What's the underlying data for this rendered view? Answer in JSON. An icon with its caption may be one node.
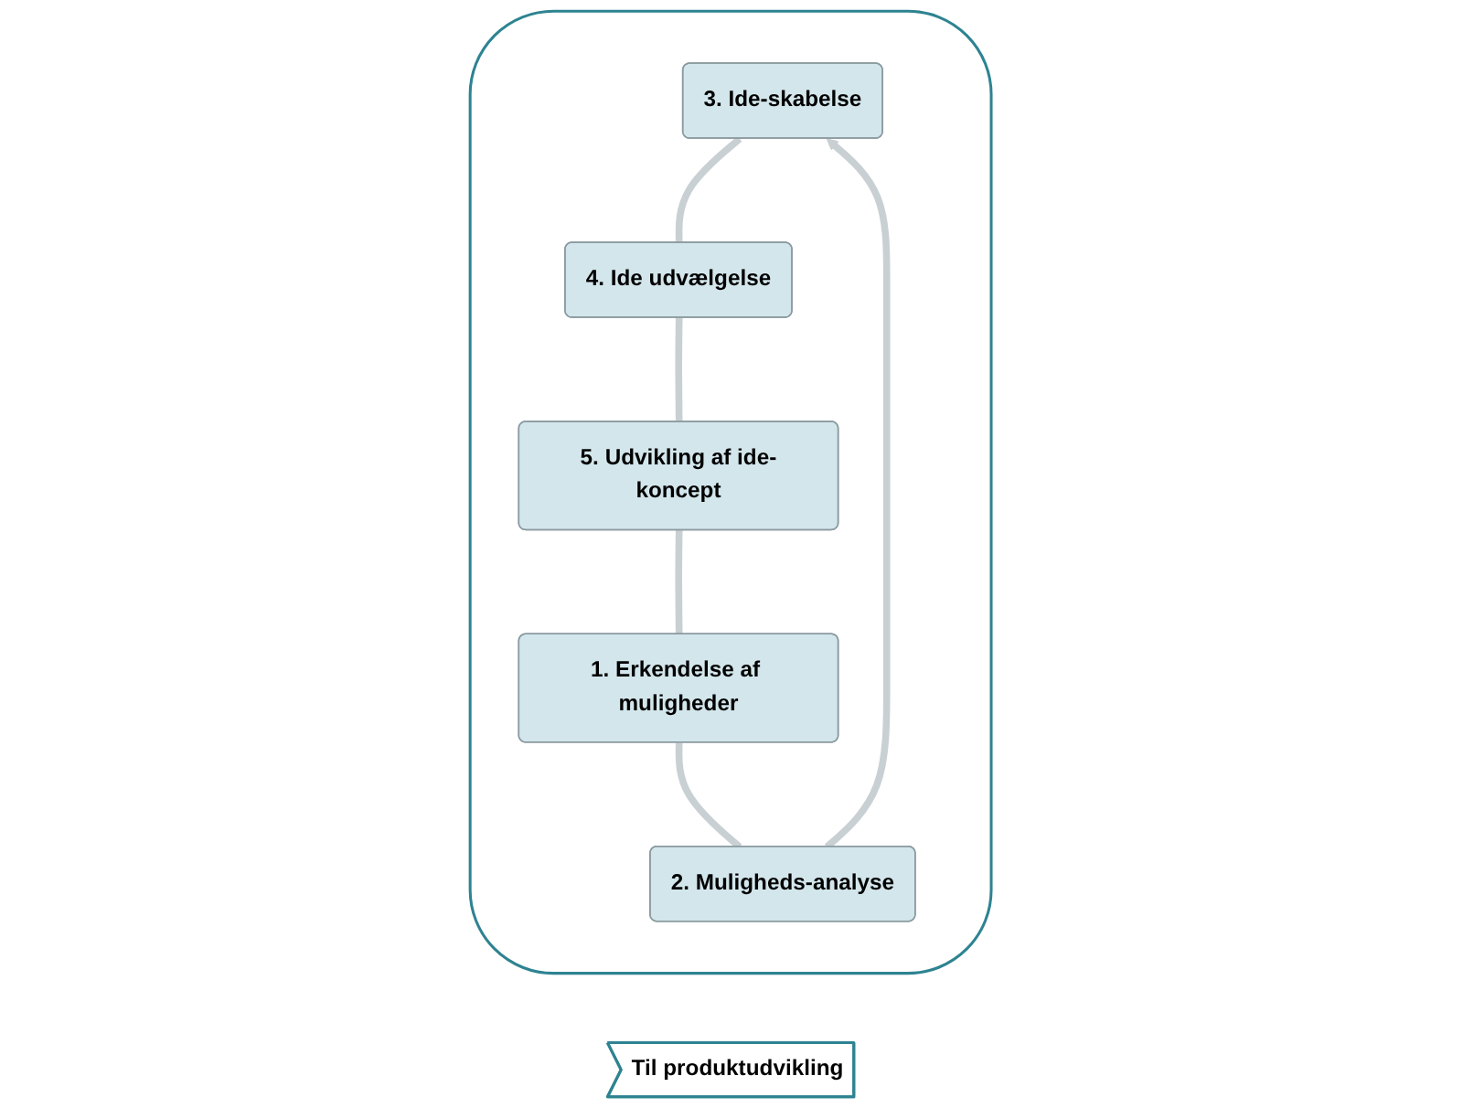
{
  "diagram": {
    "nodes": [
      {
        "text": [],
        "shape": "cloud"
      },
      {
        "text": [
          "3. Ide-skabelse"
        ],
        "in": 0
      },
      {
        "text": [
          "2. Muligheds-analyse"
        ],
        "in": 0
      },
      {
        "text": [
          "4. Ide udvælgelse"
        ],
        "in": 0
      },
      {
        "text": [
          "1. Erkendelse af muligheder"
        ],
        "in": 0
      },
      {
        "text": [
          "5. Udvikling af ide-koncept"
        ],
        "in": 0
      },
      {
        "text": [
          "Til produktudvikling"
        ]
      }
    ],
    "edges": [
      {
        "from": 4,
        "to": 2,
        "arrow": "none"
      },
      {
        "from": 2,
        "to": 1,
        "arrow": "to"
      },
      {
        "from": 1,
        "to": 3,
        "arrow": "none"
      },
      {
        "from": 3,
        "to": 5,
        "arrow": "none"
      },
      {
        "from": 5,
        "to": 4,
        "arrow": "none"
      }
    ]
  }
}
